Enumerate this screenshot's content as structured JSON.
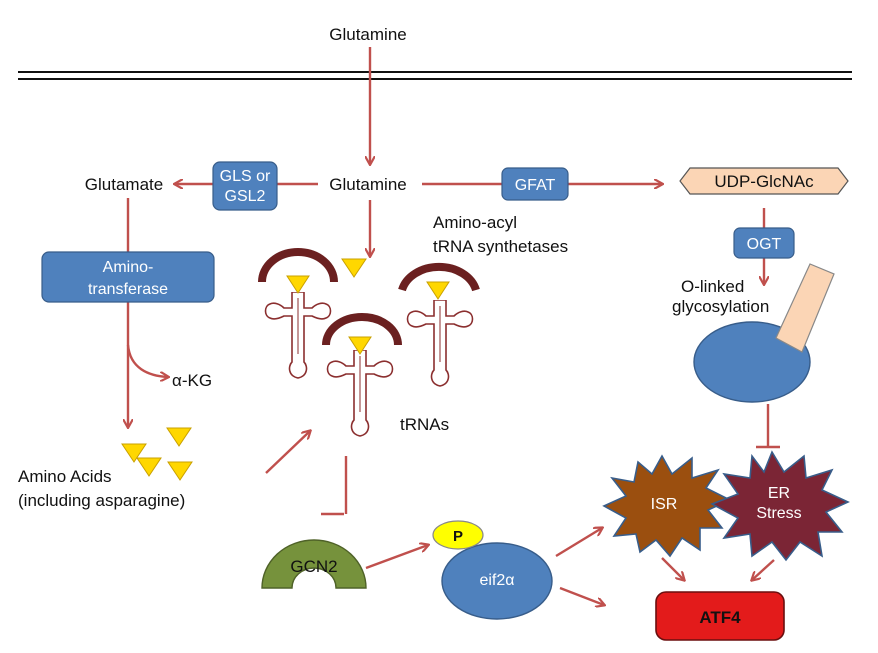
{
  "labels": {
    "glutamine_top": "Glutamine",
    "glutamine_center": "Glutamine",
    "glutamate": "Glutamate",
    "alpha_kg": "α-KG",
    "amino_acids_line1": "Amino Acids",
    "amino_acids_line2": "(including asparagine)",
    "aa_trna_synth_line1": "Amino-acyl",
    "aa_trna_synth_line2": "tRNA synthetases",
    "trnas": "tRNAs",
    "o_linked_line1": "O-linked",
    "o_linked_line2": "glycosylation"
  },
  "enzymes": {
    "gls_line1": "GLS or",
    "gls_line2": "GSL2",
    "gfat": "GFAT",
    "aminotransferase_line1": "Amino-",
    "aminotransferase_line2": "transferase",
    "ogt": "OGT"
  },
  "nodes": {
    "udp_glcnac": "UDP-GlcNAc",
    "gcn2": "GCN2",
    "eif2a": "eif2α",
    "phospho": "P",
    "isr": "ISR",
    "er_stress_line1": "ER",
    "er_stress_line2": "Stress",
    "atf4": "ATF4"
  },
  "colors": {
    "arrow": "#c0504d",
    "enzyme_box": "#4f81bd",
    "enzyme_border": "#385d8a",
    "triangle": "#ffd700",
    "trna_outline": "#8b2f2f",
    "trna_cap": "#6b2020",
    "udp_fill": "#fbd5b5",
    "gcn2_fill": "#76923c",
    "phospho_fill": "#ffff00",
    "isr_fill": "#9b4f0f",
    "er_fill": "#7b2535",
    "atf4_fill": "#e31b1b"
  }
}
